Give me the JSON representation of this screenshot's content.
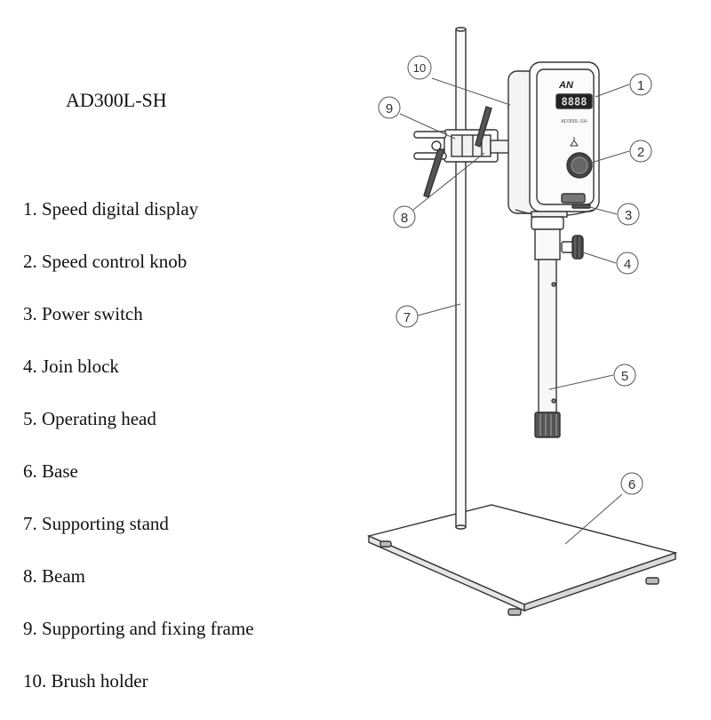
{
  "model": "AD300L-SH",
  "parts": [
    {
      "number": "1",
      "label": "1.  Speed digital display"
    },
    {
      "number": "2",
      "label": "2. Speed control knob"
    },
    {
      "number": "3",
      "label": "3. Power switch"
    },
    {
      "number": "4",
      "label": "4. Join block"
    },
    {
      "number": "5",
      "label": "5. Operating head"
    },
    {
      "number": "6",
      "label": "6. Base"
    },
    {
      "number": "7",
      "label": "7. Supporting stand"
    },
    {
      "number": "8",
      "label": "8. Beam"
    },
    {
      "number": "9",
      "label": "9. Supporting and fixing frame"
    },
    {
      "number": "10",
      "label": "10. Brush holder"
    }
  ],
  "device": {
    "logo": "AN",
    "display_digits": "8888",
    "model_plate": "AD300L-SH"
  }
}
